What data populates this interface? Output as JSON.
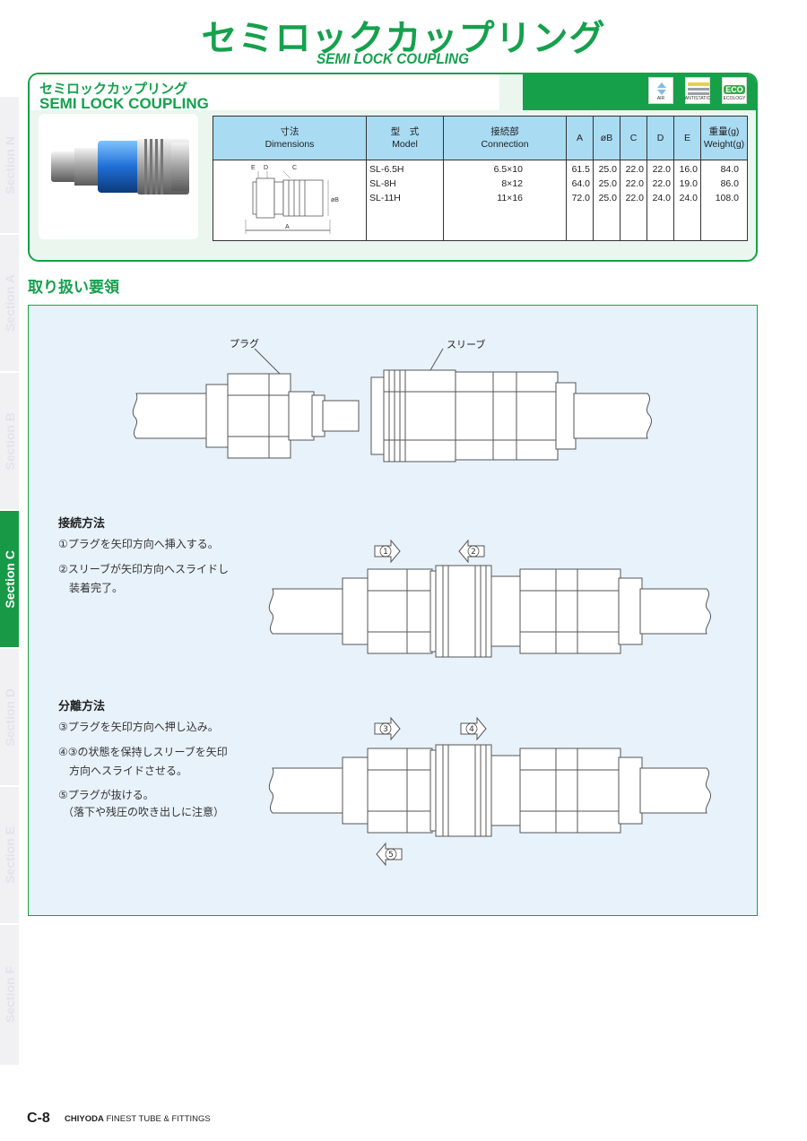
{
  "title": {
    "jp": "セミロックカップリング",
    "en": "SEMI LOCK COUPLING"
  },
  "side_tabs": [
    {
      "label": "Section N",
      "active": false
    },
    {
      "label": "Section A",
      "active": false
    },
    {
      "label": "Section B",
      "active": false
    },
    {
      "label": "Section C",
      "active": true
    },
    {
      "label": "Section D",
      "active": false
    },
    {
      "label": "Section E",
      "active": false
    },
    {
      "label": "Section F",
      "active": false
    }
  ],
  "product": {
    "name_jp": "セミロックカップリング",
    "name_en": "SEMI LOCK COUPLING",
    "badges": [
      {
        "icon": "air-icon",
        "label": "AIR"
      },
      {
        "icon": "antistatic-icon",
        "label": "ANTISTATIC"
      },
      {
        "icon": "ecology-icon",
        "label": "ECOLOGY",
        "mark": "ECO"
      }
    ]
  },
  "spec_table": {
    "headers": {
      "dimensions": {
        "jp": "寸法",
        "en": "Dimensions"
      },
      "model": {
        "jp": "型　式",
        "en": "Model"
      },
      "connection": {
        "jp": "接続部",
        "en": "Connection"
      },
      "a": "A",
      "b": "øB",
      "c": "C",
      "d": "D",
      "e": "E",
      "weight": {
        "jp": "重量(g)",
        "en": "Weight(g)"
      }
    },
    "drawing_labels": {
      "e": "E",
      "d": "D",
      "c": "C",
      "b": "øB",
      "a": "A"
    },
    "models": [
      "SL-6.5H",
      "SL-8H",
      "SL-11H"
    ],
    "connections": [
      "6.5×10",
      "8×12",
      "11×16"
    ],
    "a": [
      "61.5",
      "64.0",
      "72.0"
    ],
    "b": [
      "25.0",
      "25.0",
      "25.0"
    ],
    "c": [
      "22.0",
      "22.0",
      "22.0"
    ],
    "d": [
      "22.0",
      "22.0",
      "24.0"
    ],
    "e": [
      "16.0",
      "19.0",
      "24.0"
    ],
    "weight": [
      "84.0",
      "86.0",
      "108.0"
    ]
  },
  "handling": {
    "heading": "取り扱い要領",
    "labels": {
      "plug": "プラグ",
      "sleeve": "スリーブ"
    },
    "connect": {
      "title": "接続方法",
      "steps": [
        "①プラグを矢印方向へ挿入する。",
        "②スリーブが矢印方向へスライドし",
        "装着完了。"
      ],
      "arrows": [
        "1",
        "2"
      ]
    },
    "disconnect": {
      "title": "分離方法",
      "steps": [
        "③プラグを矢印方向へ押し込み。",
        "④③の状態を保持しスリーブを矢印",
        "方向へスライドさせる。",
        "⑤プラグが抜ける。",
        "（落下や残圧の吹き出しに注意）"
      ],
      "arrows": [
        "3",
        "4",
        "5"
      ]
    }
  },
  "footer": {
    "page": "C-8",
    "brand": "CHIYODA",
    "tagline": "FINEST TUBE & FITTINGS"
  },
  "colors": {
    "brand_green": "#15a14d",
    "table_header": "#a9dbf3",
    "box_bg": "#eaf6ee",
    "instruction_bg": "#e8f2fb"
  }
}
